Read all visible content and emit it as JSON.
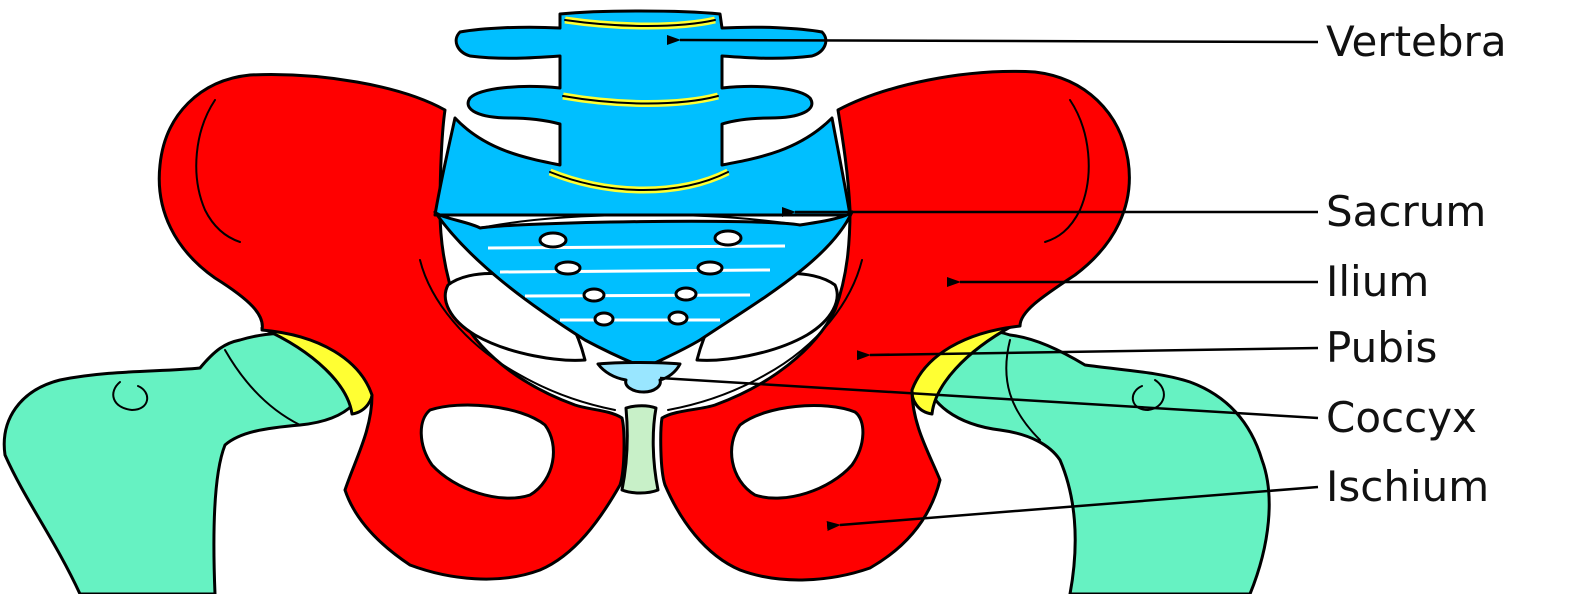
{
  "colors": {
    "bone_pelvis": "#ff0000",
    "bone_spine": "#00bfff",
    "bone_femur": "#66f2c2",
    "cartilage": "#ffff33",
    "symphysis": "#c8f0c8",
    "coccyx": "#99e6ff",
    "outline": "#000000",
    "background": "#ffffff"
  },
  "labels": {
    "vertebra": "Vertebra",
    "sacrum": "Sacrum",
    "ilium": "Ilium",
    "pubis": "Pubis",
    "coccyx": "Coccyx",
    "ischium": "Ischium"
  }
}
